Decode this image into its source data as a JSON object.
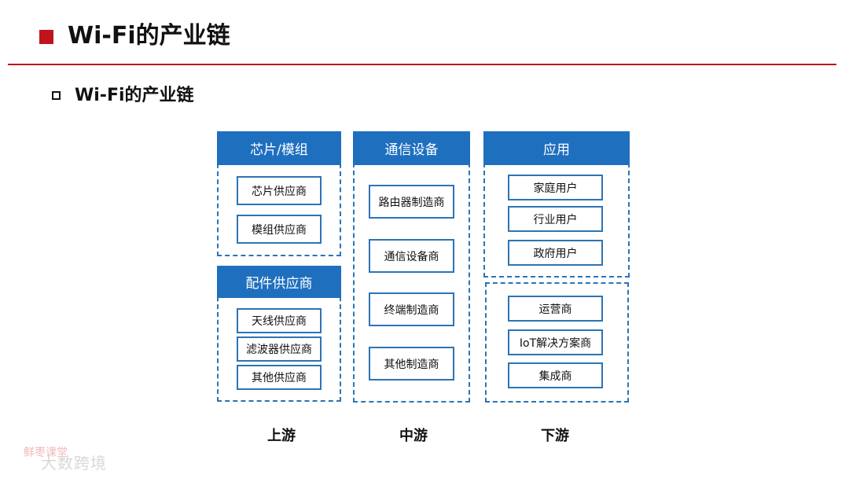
{
  "header": {
    "title": "Wi-Fi的产业链"
  },
  "section": {
    "subtitle": "Wi-Fi的产业链"
  },
  "colors": {
    "accent": "#c0141c",
    "header_blue": "#1f6fbf",
    "border_blue": "#2d74b5"
  },
  "chain": {
    "upstream": {
      "label": "上游",
      "groups": [
        {
          "header": "芯片/模组",
          "items": [
            "芯片供应商",
            "模组供应商"
          ]
        },
        {
          "header": "配件供应商",
          "items": [
            "天线供应商",
            "滤波器供应商",
            "其他供应商"
          ]
        }
      ]
    },
    "midstream": {
      "label": "中游",
      "groups": [
        {
          "header": "通信设备",
          "items": [
            "路由器制造商",
            "通信设备商",
            "终端制造商",
            "其他制造商"
          ]
        }
      ]
    },
    "downstream": {
      "label": "下游",
      "groups": [
        {
          "header": "应用",
          "items": [
            "家庭用户",
            "行业用户",
            "政府用户"
          ]
        },
        {
          "header": "",
          "items": [
            "运营商",
            "IoT解决方案商",
            "集成商"
          ]
        }
      ]
    }
  },
  "watermark": {
    "line1": "鲜枣课堂",
    "line2": "大数跨境"
  }
}
